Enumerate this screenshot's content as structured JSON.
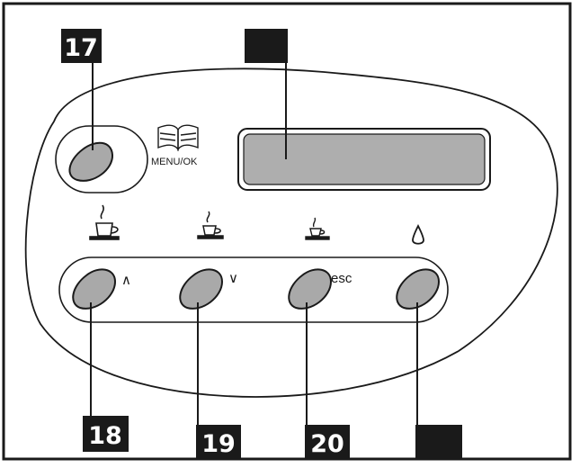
{
  "menu_ok": {
    "label": "MENU/OK",
    "icon": "book-icon"
  },
  "display": {
    "icon": "lcd-display"
  },
  "buttons": [
    {
      "symbol": "∧",
      "cup_icon": "large-cup-icon"
    },
    {
      "symbol": "∨",
      "cup_icon": "medium-cup-icon"
    },
    {
      "symbol": "esc",
      "cup_icon": "small-cup-icon"
    },
    {
      "symbol": "",
      "cup_icon": "water-drop-icon"
    }
  ],
  "callouts": {
    "top_left": "17",
    "top_display": "",
    "bottom_1": "18",
    "bottom_2": "19",
    "bottom_3": "20",
    "bottom_4": ""
  },
  "colors": {
    "button_fill": "#a9a9a9",
    "display_fill": "#aeaeae",
    "callout_fill": "#1a1a1a",
    "line": "#1a1a1a"
  }
}
